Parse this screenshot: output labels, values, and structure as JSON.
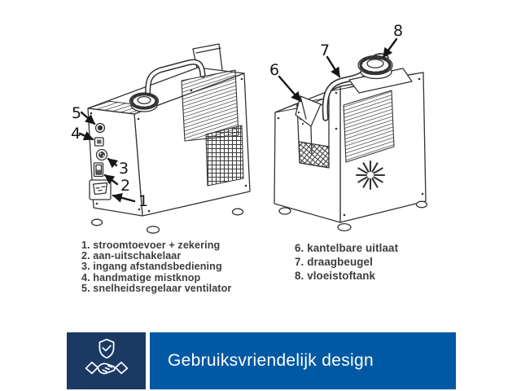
{
  "figure": {
    "description": "fog machine product line drawings, two views with numbered callouts",
    "left_view": {
      "callouts": [
        "5",
        "4",
        "3",
        "2",
        "1"
      ]
    },
    "right_view": {
      "callouts": [
        "6",
        "7",
        "8"
      ]
    }
  },
  "legend": {
    "left": [
      "1. stroomtoevoer + zekering",
      "2. aan-uitschakelaar",
      "3. ingang afstandsbediening",
      "4. handmatige mistknop",
      "5. snelheidsregelaar ventilator"
    ],
    "right": [
      "6. kantelbare uitlaat",
      "7. draagbeugel",
      "8. vloeistoftank"
    ]
  },
  "banner": {
    "label": "Gebruiksvriendelijk design",
    "icon": "handshake-shield-icon",
    "colors": {
      "icon_bg": "#1A3A64",
      "label_bg": "#0159A4",
      "label_text": "#FFFFFF"
    }
  },
  "drawing_colors": {
    "line": "#333333",
    "legend_text": "#3D3D3D",
    "background": "#FFFFFF"
  }
}
